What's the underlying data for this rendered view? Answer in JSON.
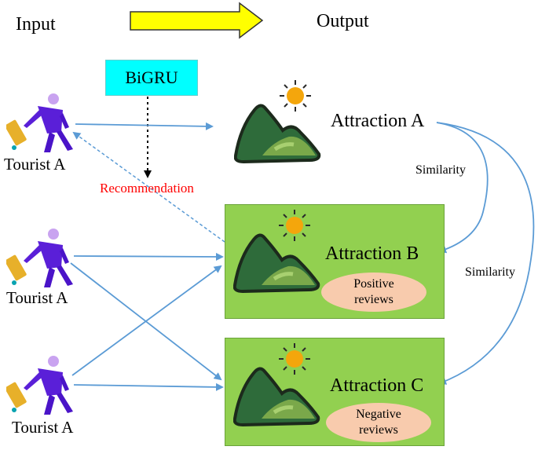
{
  "header": {
    "input_label": "Input",
    "output_label": "Output"
  },
  "model": {
    "label": "BiGRU"
  },
  "recommendation_label": "Recommendation",
  "tourists": [
    "Tourist A",
    "Tourist A",
    "Tourist A"
  ],
  "attractions": [
    {
      "label": "Attraction A",
      "review": ""
    },
    {
      "label": "Attraction B",
      "review": "Positive\nreviews"
    },
    {
      "label": "Attraction C",
      "review": "Negative\nreviews"
    }
  ],
  "similarity_labels": [
    "Similarity",
    "Similarity"
  ],
  "colors": {
    "arrow_blue": "#5b9bd5",
    "header_arrow": "#ffff00",
    "model_box": "#00ffff",
    "panel_green": "#92d050",
    "review_pill": "#f8cbad",
    "recommendation_text": "#ff0000"
  }
}
